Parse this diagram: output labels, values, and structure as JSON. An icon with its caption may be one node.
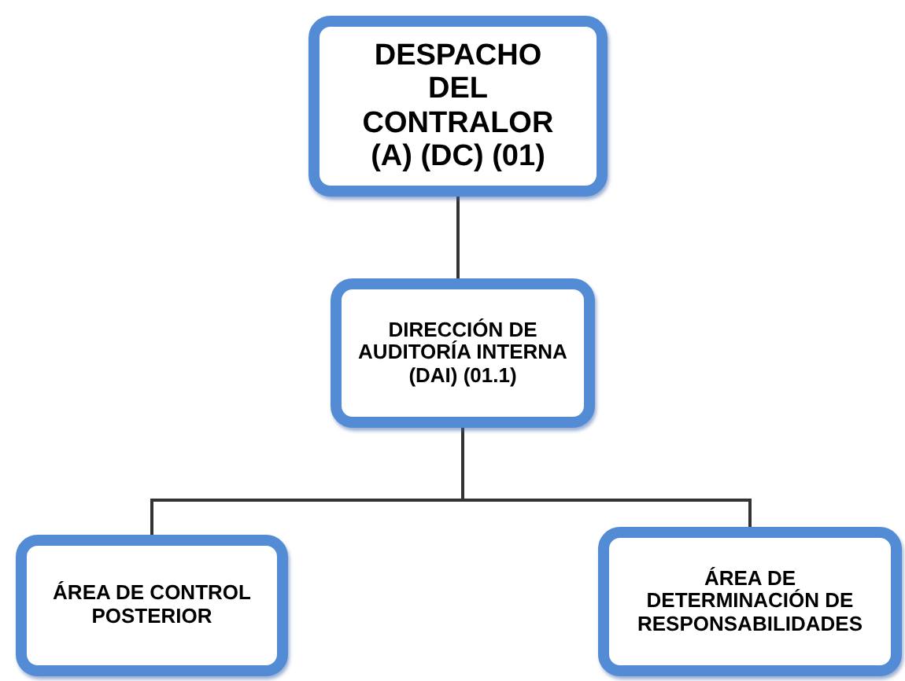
{
  "diagram": {
    "nodes": [
      {
        "text": [
          "DESPACHO DEL CONTRALOR (A) (DC) (01)"
        ]
      },
      {
        "text": [
          "DIRECCIÓN DE AUDITORÍA INTERNA (DAI) (01.1)"
        ]
      },
      {
        "text": [
          "ÁREA DE CONTROL POSTERIOR"
        ]
      },
      {
        "text": [
          "ÁREA DE DETERMINACIÓN DE RESPONSABILIDADES"
        ]
      }
    ],
    "edges": [
      {
        "from": 0,
        "to": 1,
        "arrow": "none"
      },
      {
        "from": 1,
        "to": 2,
        "arrow": "none"
      },
      {
        "from": 1,
        "to": 3,
        "arrow": "none"
      }
    ]
  }
}
